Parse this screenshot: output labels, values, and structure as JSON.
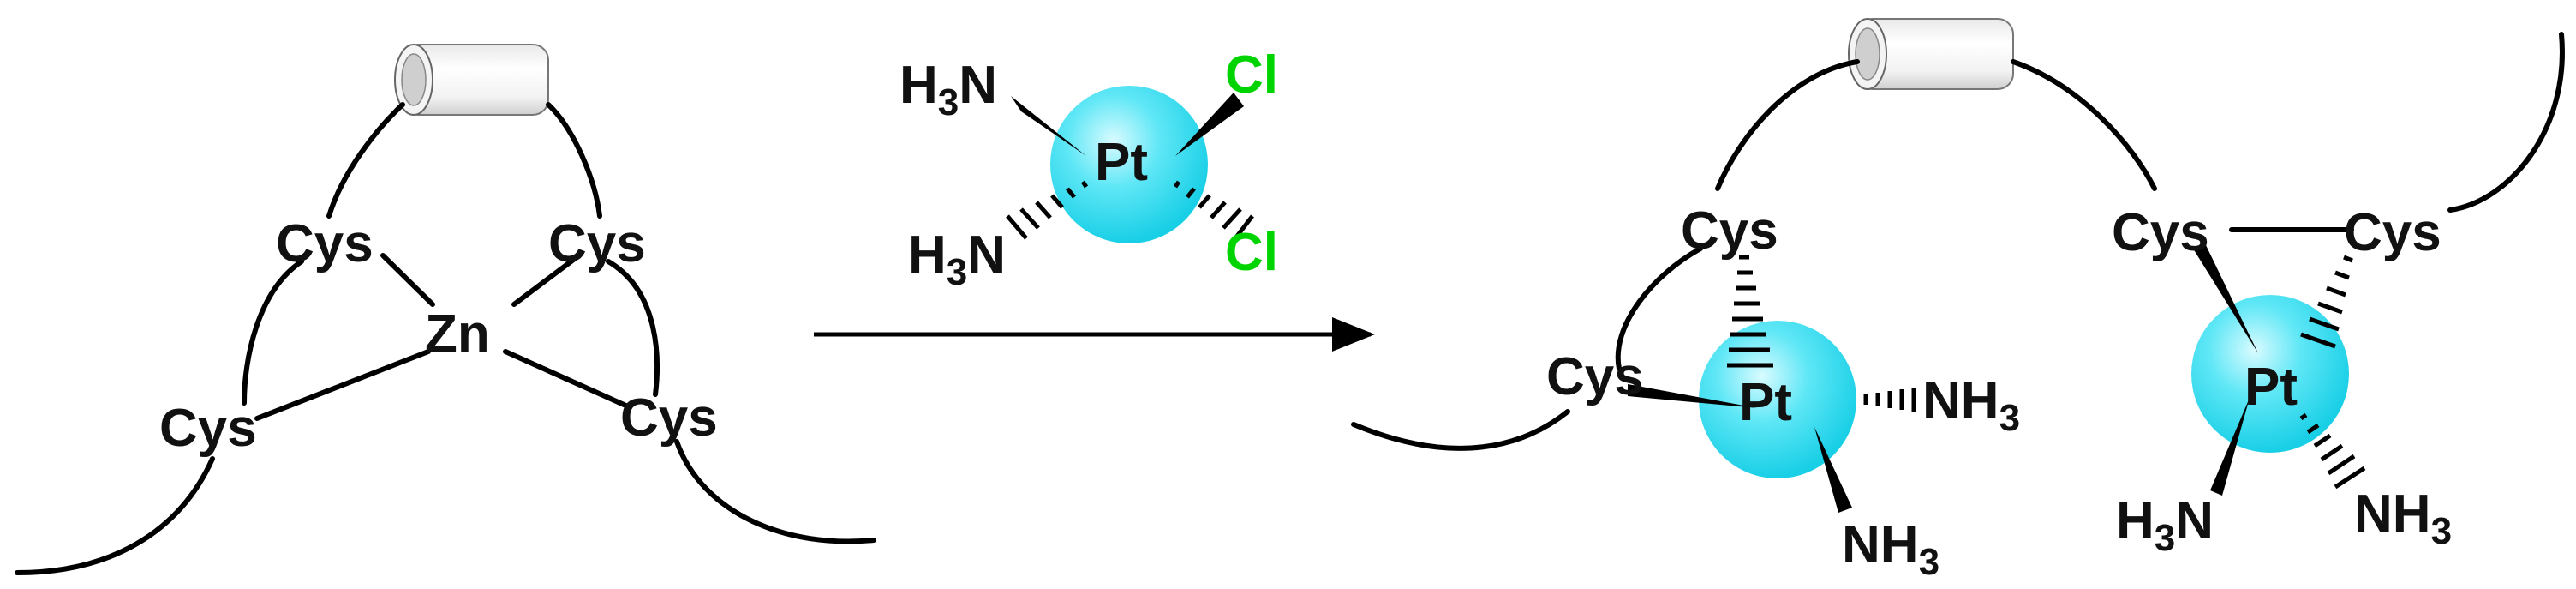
{
  "colors": {
    "platinum_sphere": "#33ddf0",
    "chloride": "#00d400",
    "bond": "#000000",
    "text": "#111111"
  },
  "icons": [
    "cylinder-icon",
    "reaction-arrow-icon",
    "platinum-sphere-icon"
  ],
  "left_complex": {
    "metal": "Zn",
    "cys_top_left": "Cys",
    "cys_top_right": "Cys",
    "cys_bottom_left": "Cys",
    "cys_bottom_right": "Cys"
  },
  "reagent": {
    "metal": "Pt",
    "amine_top": "H",
    "amine_top_sub": "3",
    "amine_top_n": "N",
    "amine_bottom": "H",
    "amine_bottom_sub": "3",
    "amine_bottom_n": "N",
    "chloride_top": "Cl",
    "chloride_bottom": "Cl"
  },
  "right_complex_1": {
    "metal": "Pt",
    "cys_top": "Cys",
    "cys_left": "Cys",
    "ammine_right": "NH",
    "ammine_right_sub": "3",
    "ammine_bottom": "NH",
    "ammine_bottom_sub": "3"
  },
  "right_complex_2": {
    "metal": "Pt",
    "cys_left": "Cys",
    "cys_right": "Cys",
    "ammine_left_h": "H",
    "ammine_left_sub": "3",
    "ammine_left_n": "N",
    "ammine_right": "NH",
    "ammine_right_sub": "3"
  }
}
